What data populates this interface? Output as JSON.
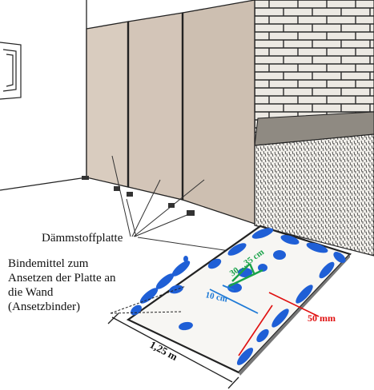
{
  "labels": {
    "panel": "Dämmstoffplatte",
    "binder_line1": "Bindemittel zum",
    "binder_line2": "Ansetzen der Platte an",
    "binder_line3": "die Wand",
    "binder_line4": "(Ansetzbinder)",
    "dim_width": "1,25 m",
    "dim_edge": "50 mm",
    "dim_spacing": "30…35 cm",
    "dim_gap": "10 cm"
  },
  "colors": {
    "binder": "#1f5fd6",
    "edge_dim": "#e01010",
    "spacing_dim": "#1aa34a",
    "gap_dim": "#1f7ad6",
    "panel": "#d6c8bb",
    "brick": "#ece9e3"
  }
}
